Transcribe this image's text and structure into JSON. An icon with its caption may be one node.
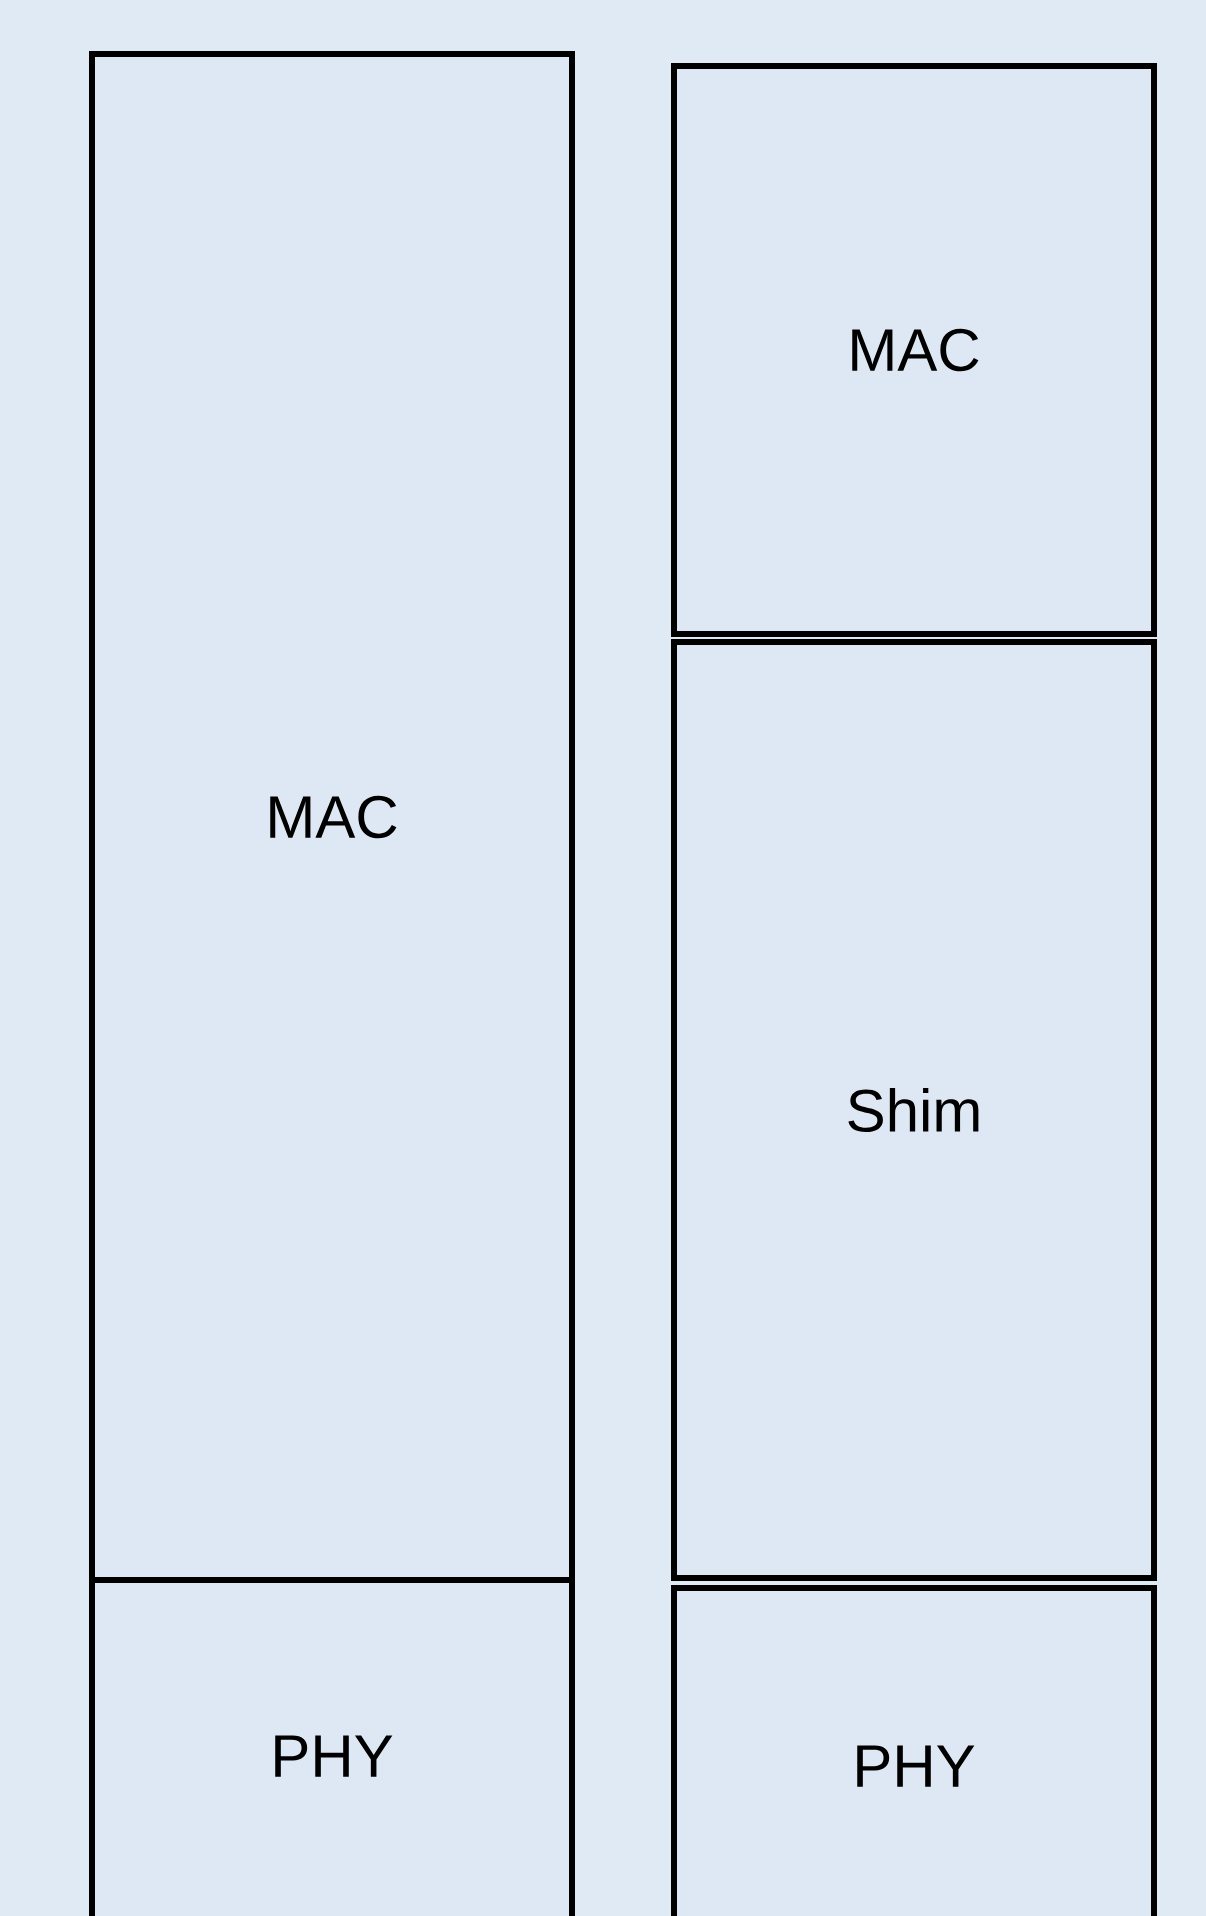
{
  "diagram": {
    "nodes": [
      {
        "text": [
          "MAC"
        ]
      },
      {
        "text": [
          "PHY"
        ]
      },
      {
        "text": [
          "MAC"
        ]
      },
      {
        "text": [
          "Shim"
        ]
      },
      {
        "text": [
          "PHY"
        ]
      }
    ]
  }
}
